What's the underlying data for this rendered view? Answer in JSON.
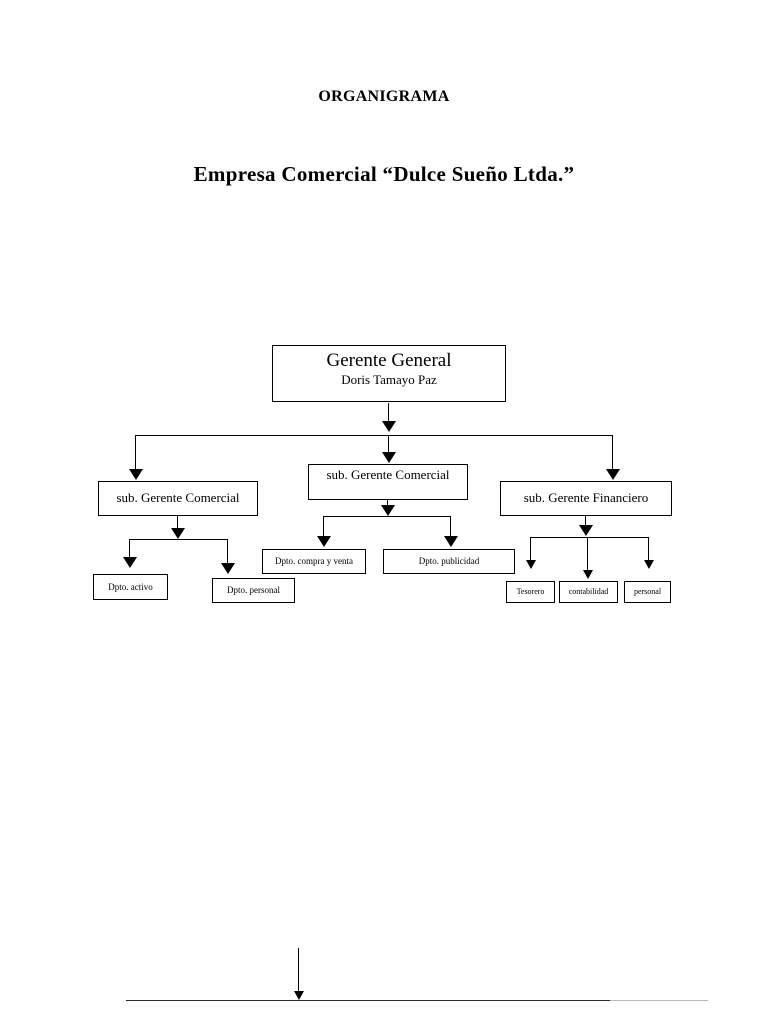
{
  "document": {
    "title": "ORGANIGRAMA",
    "company": "Empresa Comercial  “Dulce Sueño Ltda.”"
  },
  "chart_data": {
    "type": "diagram",
    "diagram_kind": "organizational-chart",
    "title": "ORGANIGRAMA",
    "subtitle": "Empresa Comercial  “Dulce Sueño Ltda.”",
    "orientation": "top-down",
    "nodes": [
      {
        "id": "root",
        "role": "Gerente General",
        "person": "Doris Tamayo Paz",
        "level": 0,
        "parent": null
      },
      {
        "id": "sub-comercial-left",
        "role": "sub. Gerente Comercial",
        "level": 1,
        "parent": "root"
      },
      {
        "id": "sub-comercial-mid",
        "role": "sub. Gerente Comercial",
        "level": 1,
        "parent": "root"
      },
      {
        "id": "sub-financiero",
        "role": "sub. Gerente Financiero",
        "level": 1,
        "parent": "root"
      },
      {
        "id": "dpto-activo",
        "role": "Dpto. activo",
        "level": 2,
        "parent": "sub-comercial-left"
      },
      {
        "id": "dpto-personal",
        "role": "Dpto. personal",
        "level": 2,
        "parent": "sub-comercial-left"
      },
      {
        "id": "dpto-compra",
        "role": "Dpto. compra y venta",
        "level": 2,
        "parent": "sub-comercial-mid"
      },
      {
        "id": "dpto-publicidad",
        "role": "Dpto. publicidad",
        "level": 2,
        "parent": "sub-comercial-mid"
      },
      {
        "id": "tesorero",
        "role": "Tesorero",
        "level": 2,
        "parent": "sub-financiero"
      },
      {
        "id": "contabilidad",
        "role": "contabilidad",
        "level": 2,
        "parent": "sub-financiero"
      },
      {
        "id": "personal-fin",
        "role": "personal",
        "level": 2,
        "parent": "sub-financiero"
      }
    ],
    "colors": {
      "box_border": "#000000",
      "box_fill": "#ffffff",
      "connector": "#000000",
      "text": "#000000",
      "page_background": "#ffffff"
    }
  }
}
